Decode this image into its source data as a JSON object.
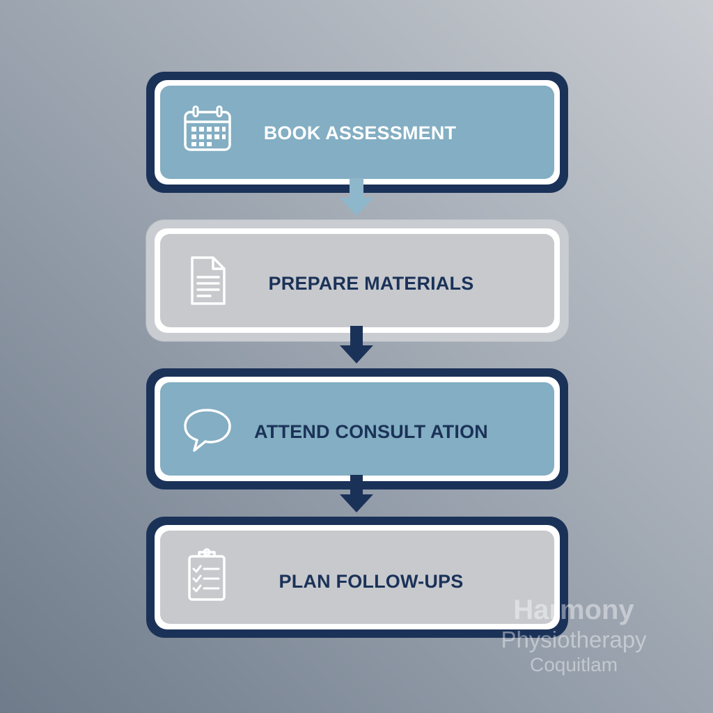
{
  "steps": [
    {
      "label": "BOOK ASSESSMENT",
      "icon": "calendar-icon"
    },
    {
      "label": "PREPARE MATERIALS",
      "icon": "document-icon"
    },
    {
      "label": "ATTEND CONSULT ATION",
      "icon": "speech-bubble-icon"
    },
    {
      "label": "PLAN FOLLOW-UPS",
      "icon": "clipboard-checklist-icon"
    }
  ],
  "watermark": {
    "line1": "Harmony",
    "line2": "Physiotherapy",
    "line3": "Coquitlam"
  },
  "colors": {
    "navy": "#1b3258",
    "blue": "#83aec3",
    "gray": "#c7c9cd",
    "white": "#ffffff",
    "light_arrow": "#8fb7cc"
  }
}
